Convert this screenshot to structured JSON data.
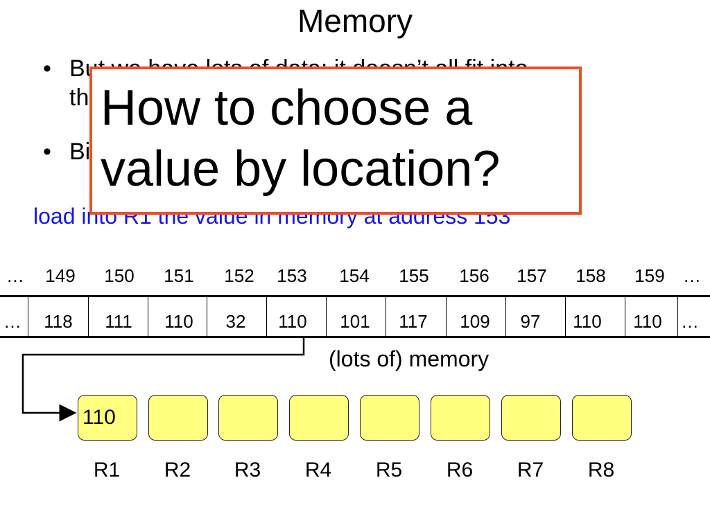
{
  "slide": {
    "title": "Memory",
    "bullet_symbol": "•",
    "bullet1_line1": "But we have lots of data; it doesn’t all fit into",
    "bullet1_line2": "th",
    "bullet2": "Bi",
    "load_line": "load into R1 the value in memory at address 153"
  },
  "callout": {
    "line1": "How to choose a",
    "line2": "value by location?"
  },
  "memory": {
    "addresses": [
      "…",
      "149",
      "150",
      "151",
      "152",
      "153",
      "154",
      "155",
      "156",
      "157",
      "158",
      "159",
      "…"
    ],
    "values": [
      "…",
      "118",
      "111",
      "110",
      "32",
      "110",
      "101",
      "117",
      "109",
      "97",
      "110",
      "110",
      "…"
    ],
    "label": "(lots of) memory"
  },
  "registers": {
    "names": [
      "R1",
      "R2",
      "R3",
      "R4",
      "R5",
      "R6",
      "R7",
      "R8"
    ],
    "values": [
      "110",
      "",
      "",
      "",
      "",
      "",
      "",
      ""
    ]
  },
  "colors": {
    "callout_border": "#e8502a",
    "load_line": "#1515e6",
    "register_fill": "#ffff80"
  }
}
